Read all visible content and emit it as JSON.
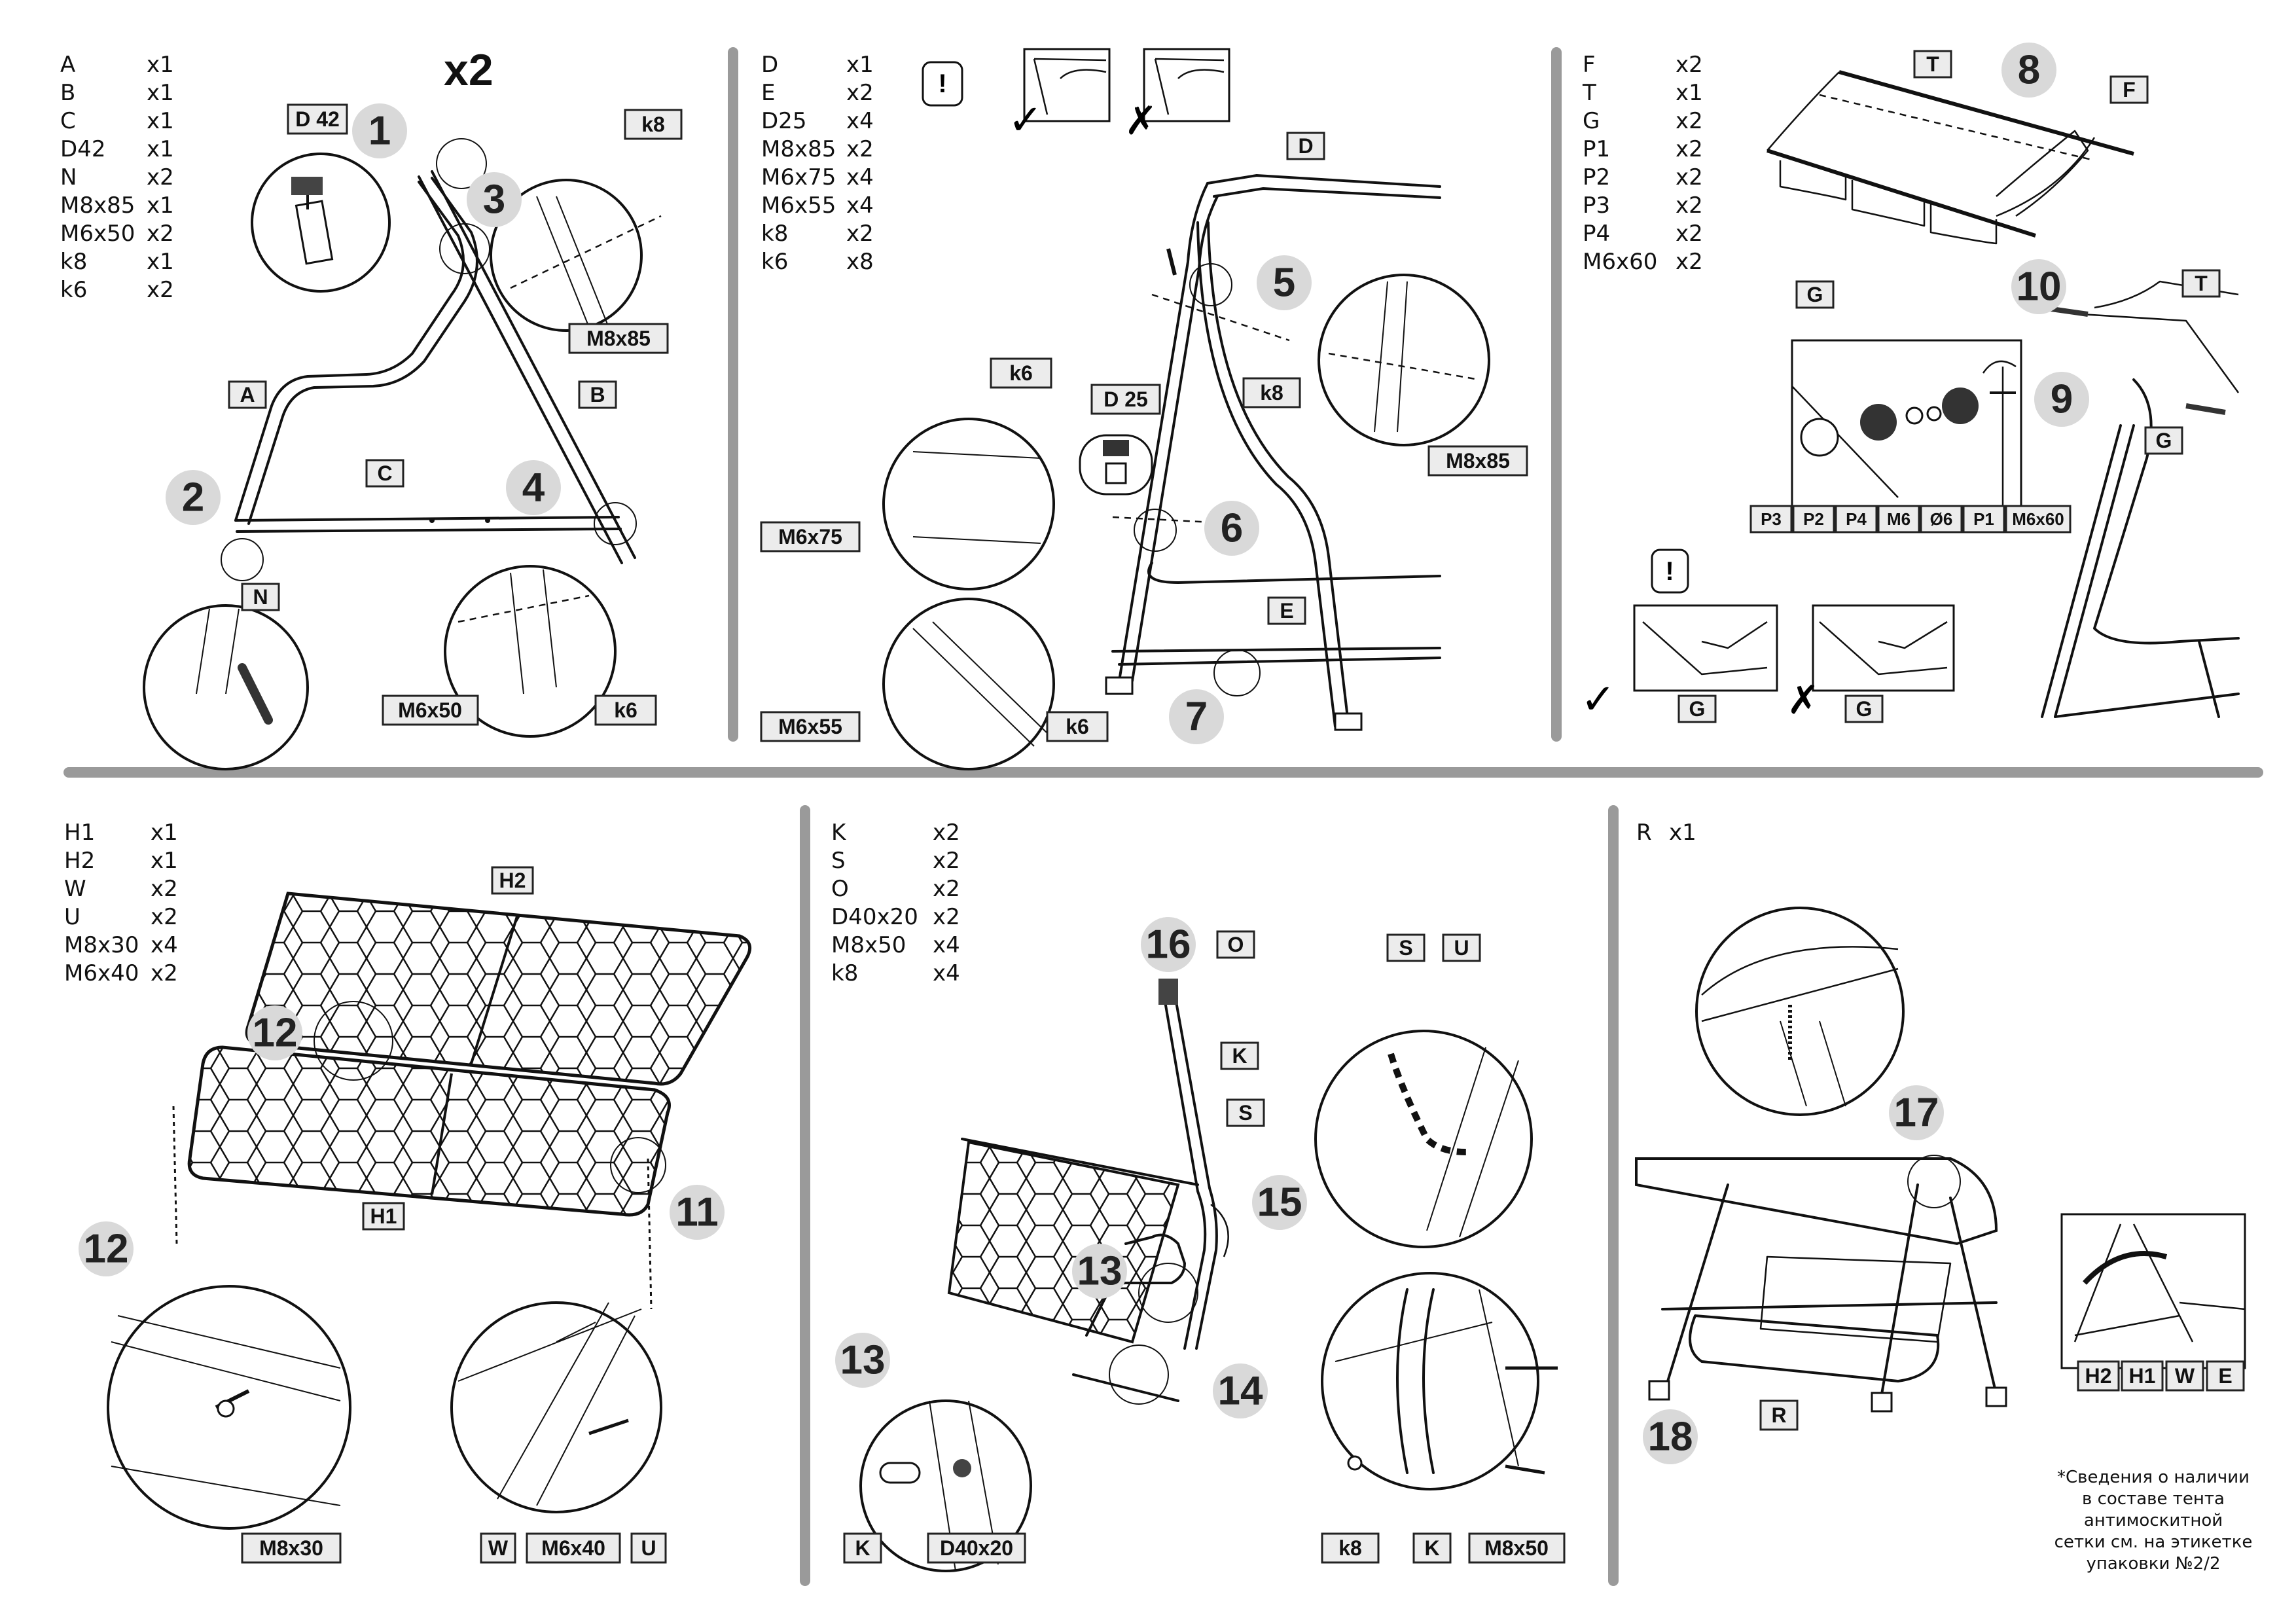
{
  "panels": [
    {
      "id": "p1",
      "parts": [
        {
          "name": "A",
          "qty": "x1"
        },
        {
          "name": "B",
          "qty": "x1"
        },
        {
          "name": "C",
          "qty": "x1"
        },
        {
          "name": "D42",
          "qty": "x1"
        },
        {
          "name": "N",
          "qty": "x2"
        },
        {
          "name": "M8x85",
          "qty": "x1"
        },
        {
          "name": "M6x50",
          "qty": "x2"
        },
        {
          "name": "k8",
          "qty": "x1"
        },
        {
          "name": "k6",
          "qty": "x2"
        }
      ],
      "multiplier": "x2",
      "steps": [
        "1",
        "2",
        "3",
        "4"
      ],
      "labels": {
        "d42": "D 42",
        "k8": "k8",
        "m8x85": "M8x85",
        "a": "A",
        "b": "B",
        "c": "C",
        "n": "N",
        "m6x50": "M6x50",
        "k6": "k6"
      }
    },
    {
      "id": "p2",
      "parts": [
        {
          "name": "D",
          "qty": "x1"
        },
        {
          "name": "E",
          "qty": "x2"
        },
        {
          "name": "D25",
          "qty": "x4"
        },
        {
          "name": "M8x85",
          "qty": "x2"
        },
        {
          "name": "M6x75",
          "qty": "x4"
        },
        {
          "name": "M6x55",
          "qty": "x4"
        },
        {
          "name": "k8",
          "qty": "x2"
        },
        {
          "name": "k6",
          "qty": "x8"
        }
      ],
      "warning": "!",
      "check": "✓",
      "cross": "✗",
      "steps": [
        "5",
        "6",
        "7"
      ],
      "labels": {
        "d": "D",
        "k6": "k6",
        "d25": "D 25",
        "k8": "k8",
        "m8x85": "M8x85",
        "m6x75": "M6x75",
        "e": "E",
        "m6x55": "M6x55",
        "k6b": "k6"
      }
    },
    {
      "id": "p3",
      "parts": [
        {
          "name": "F",
          "qty": "x2"
        },
        {
          "name": "T",
          "qty": "x1"
        },
        {
          "name": "G",
          "qty": "x2"
        },
        {
          "name": "P1",
          "qty": "x2"
        },
        {
          "name": "P2",
          "qty": "x2"
        },
        {
          "name": "P3",
          "qty": "x2"
        },
        {
          "name": "P4",
          "qty": "x2"
        },
        {
          "name": "M6x60",
          "qty": "x2"
        }
      ],
      "warning": "!",
      "check": "✓",
      "cross": "✗",
      "steps": [
        "8",
        "9",
        "10"
      ],
      "labels": {
        "t": "T",
        "f": "F",
        "g": "G",
        "t2": "T",
        "g2": "G",
        "p3": "P3",
        "p2": "P2",
        "p4": "P4",
        "m6": "M6",
        "o6": "Ø6",
        "p1": "P1",
        "m6x60": "M6x60",
        "g3": "G",
        "g4": "G"
      }
    },
    {
      "id": "p4",
      "parts": [
        {
          "name": "H1",
          "qty": "x1"
        },
        {
          "name": "H2",
          "qty": "x1"
        },
        {
          "name": "W",
          "qty": "x2"
        },
        {
          "name": "U",
          "qty": "x2"
        },
        {
          "name": "M8x30",
          "qty": "x4"
        },
        {
          "name": "M6x40",
          "qty": "x2"
        }
      ],
      "steps": [
        "12",
        "11",
        "12"
      ],
      "labels": {
        "h2": "H2",
        "h1": "H1",
        "m8x30": "M8x30",
        "w": "W",
        "m6x40": "M6x40",
        "u": "U"
      }
    },
    {
      "id": "p5",
      "parts": [
        {
          "name": "K",
          "qty": "x2"
        },
        {
          "name": "S",
          "qty": "x2"
        },
        {
          "name": "O",
          "qty": "x2"
        },
        {
          "name": "D40x20",
          "qty": "x2"
        },
        {
          "name": "M8x50",
          "qty": "x4"
        },
        {
          "name": "k8",
          "qty": "x4"
        }
      ],
      "steps": [
        "16",
        "15",
        "13",
        "14",
        "13"
      ],
      "labels": {
        "o": "O",
        "k": "K",
        "s": "S",
        "s2": "S",
        "u2": "U",
        "k2": "K",
        "d40x20": "D40x20",
        "k8": "k8",
        "k3": "K",
        "m8x50": "M8x50"
      }
    },
    {
      "id": "p6",
      "parts": [
        {
          "name": "R",
          "qty": "x1"
        }
      ],
      "steps": [
        "17",
        "18"
      ],
      "labels": {
        "r": "R",
        "h2": "H2",
        "h1": "H1",
        "w": "W",
        "e": "E"
      },
      "note": [
        "*Сведения о наличии",
        "в составе тента",
        "антимоскитной",
        "сетки см. на этикетке",
        "упаковки №2/2"
      ]
    }
  ]
}
